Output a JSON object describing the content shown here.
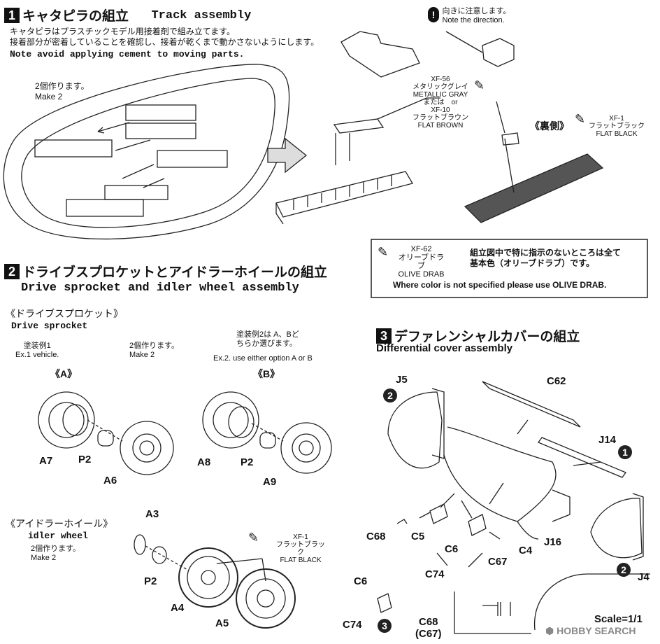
{
  "step1": {
    "number": "1",
    "title_jp": "キャタピラの組立",
    "title_en": "Track assembly",
    "notes_jp": [
      "キャタピラはプラスチックモデル用接着剤で組み立てます。",
      "接着部分が密着していることを確認し、接着が乾くまで動かさないようにします。"
    ],
    "note_en": "Note avoid applying cement to moving parts.",
    "make_jp": "2個作ります。",
    "make_en": "Make 2",
    "direction_jp": "向きに注意します。",
    "direction_en": "Note the direction.",
    "paint_xf56": [
      "XF-56",
      "メタリックグレイ",
      "METALLIC GRAY",
      "または　or",
      "XF-10",
      "フラットブラウン",
      "FLAT BROWN"
    ],
    "reverse_label": "《裏側》",
    "paint_xf1": [
      "XF-1",
      "フラットブラック",
      "FLAT BLACK"
    ]
  },
  "colorbox": {
    "paint": [
      "XF-62",
      "オリーブドラブ",
      "OLIVE DRAB"
    ],
    "text_jp": [
      "組立図中で特に指示のないところは全て",
      "基本色（オリーブドラブ）です。"
    ],
    "text_en": "Where color is not specified please use OLIVE DRAB."
  },
  "step2": {
    "number": "2",
    "title_jp": "ドライブスプロケットとアイドラーホイールの組立",
    "title_en": "Drive sprocket and idler wheel assembly",
    "sprocket_jp": "《ドライブスプロケット》",
    "sprocket_en": "Drive sprocket",
    "ex1_jp": "塗装例1",
    "ex1_en": "Ex.1 vehicle.",
    "make_jp": "2個作ります。",
    "make_en": "Make 2",
    "ex2_jp": [
      "塗装例2は A、Bど",
      "ちらか選びます。"
    ],
    "ex2_en": "Ex.2. use either option A or B",
    "optA": "《A》",
    "optB": "《B》",
    "parts": [
      "A7",
      "P2",
      "A6",
      "A8",
      "P2",
      "A9"
    ],
    "idler_jp": "《アイドラーホイール》",
    "idler_en": "idler wheel",
    "idler_make_jp": "2個作ります。",
    "idler_make_en": "Make 2",
    "idler_parts": [
      "A3",
      "P2",
      "A4",
      "A5"
    ],
    "paint_xf1": [
      "XF-1",
      "フラットブラック",
      "FLAT BLACK"
    ]
  },
  "step3": {
    "number": "3",
    "title_jp": "デファレンシャルカバーの組立",
    "title_en": "Differential cover assembly",
    "parts": [
      "J5",
      "C62",
      "J14",
      "J16",
      "J4",
      "C68",
      "C5",
      "C6",
      "C67",
      "C4",
      "C74",
      "C6",
      "C74",
      "C68",
      "(C67)"
    ],
    "refs": [
      "2",
      "1",
      "2",
      "3"
    ],
    "scale": "Scale=1/1"
  },
  "watermark": "HOBBY SEARCH"
}
